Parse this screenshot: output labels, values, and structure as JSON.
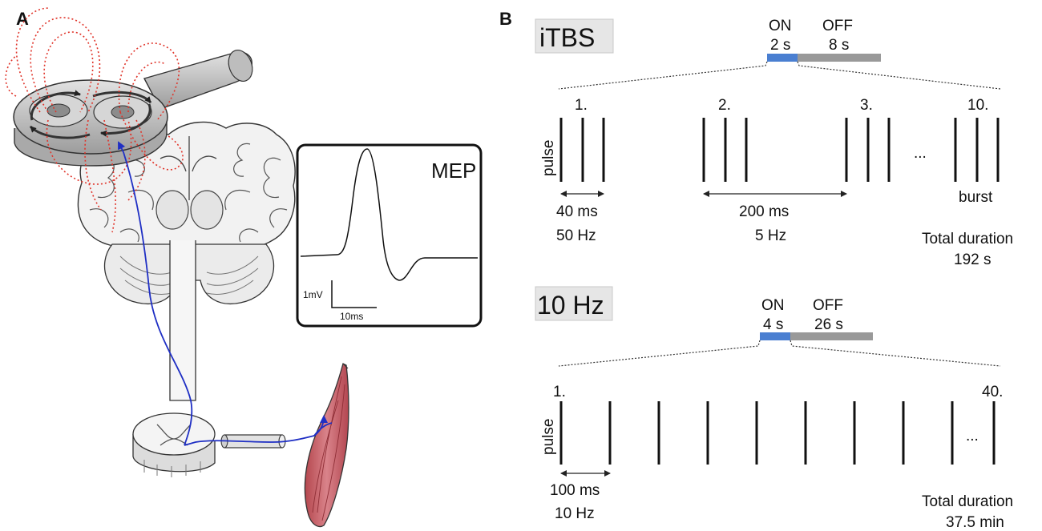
{
  "panels": {
    "a": "A",
    "b": "B"
  },
  "mep": {
    "title": "MEP",
    "scale_v": "1mV",
    "scale_t": "10ms"
  },
  "itbs": {
    "title": "iTBS",
    "on_label": "ON",
    "on_dur": "2 s",
    "off_label": "OFF",
    "off_dur": "8 s",
    "burst_numbers": [
      "1.",
      "2.",
      "3.",
      "10."
    ],
    "axis_label": "pulse",
    "ellipsis": "...",
    "burst_label": "burst",
    "interval1": "40 ms",
    "freq1": "50 Hz",
    "interval2": "200 ms",
    "freq2": "5 Hz",
    "total_label": "Total duration",
    "total_value": "192 s"
  },
  "tenhz": {
    "title": "10 Hz",
    "on_label": "ON",
    "on_dur": "4 s",
    "off_label": "OFF",
    "off_dur": "26 s",
    "first_num": "1.",
    "last_num": "40.",
    "axis_label": "pulse",
    "ellipsis": "...",
    "interval": "100 ms",
    "freq": "10 Hz",
    "total_label": "Total duration",
    "total_value": "37.5 min"
  },
  "colors": {
    "on_bar": "#4a7fd1",
    "off_bar": "#999999",
    "axon": "#1f2fc4",
    "field": "#e0342a",
    "muscle": "#c95c62"
  }
}
